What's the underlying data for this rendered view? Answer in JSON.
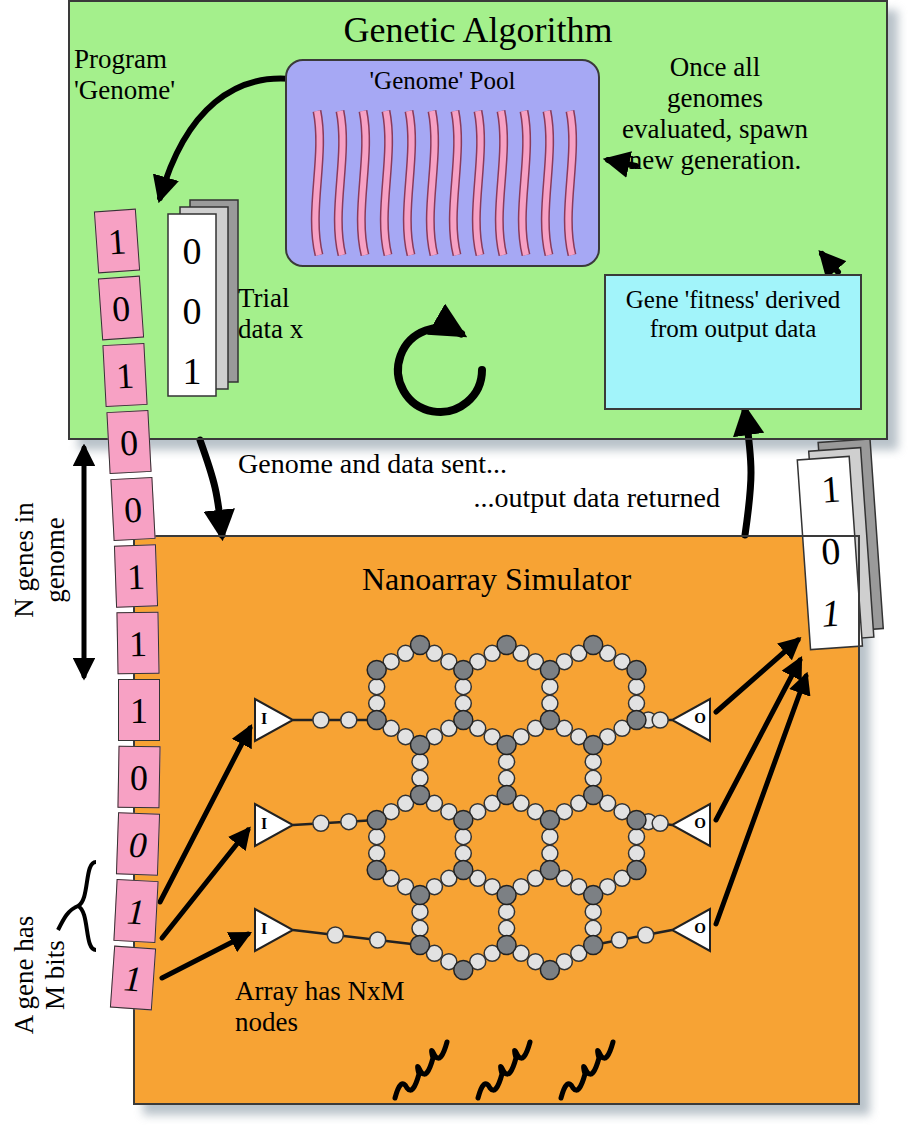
{
  "diagram": {
    "nodes": [
      {
        "text": [
          "Genetic Algorithm"
        ]
      },
      {
        "text": [
          "'Genome' Pool"
        ],
        "in": 0
      },
      {
        "text": [
          "Gene 'fitness' derived from output data"
        ],
        "in": 0
      },
      {
        "text": [
          "Nanoarray Simulator"
        ]
      }
    ],
    "edges": [
      {
        "from": 0,
        "to": 3,
        "arrow": "to"
      },
      {
        "from": 3,
        "to": 2,
        "arrow": "to"
      }
    ],
    "labels": [
      "Program 'Genome'",
      "1",
      "0",
      "1",
      "0",
      "0",
      "1",
      "1",
      "1",
      "0",
      "0",
      "1",
      "1",
      "Trial data x",
      "0",
      "0",
      "1",
      "Once all genomes evaluated, spawn new generation.",
      "Genome and data sent...",
      "...output data returned",
      "1",
      "0",
      "1",
      "N genes in genome",
      "A gene has M bits",
      "I",
      "I",
      "I",
      "O",
      "O",
      "O",
      "Array has NxM nodes"
    ]
  }
}
